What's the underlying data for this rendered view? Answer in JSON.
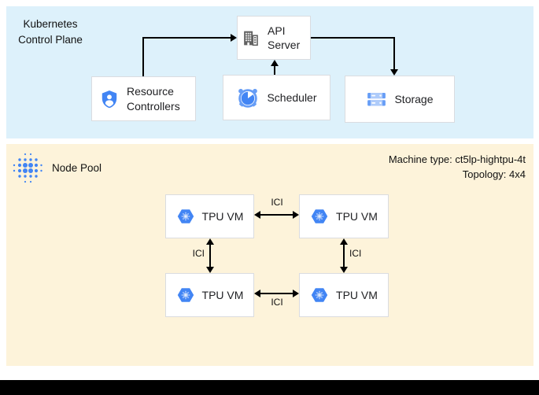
{
  "colors": {
    "control_plane_bg": "#ddf1fb",
    "node_pool_bg": "#fdf3da",
    "box_border": "#dadce0",
    "arrow": "#000000",
    "primary_blue": "#4285f4",
    "light_blue": "#aecbfa",
    "mid_blue": "#669df6",
    "icon_gray": "#616161"
  },
  "control_plane": {
    "label": "Kubernetes\nControl Plane",
    "api_server": "API Server",
    "resource_controllers": "Resource Controllers",
    "scheduler": "Scheduler",
    "storage": "Storage"
  },
  "node_pool": {
    "label": "Node Pool",
    "machine_type": "Machine type: ct5lp-hightpu-4t",
    "topology": "Topology: 4x4",
    "link_label": "ICI",
    "vms": [
      "TPU VM",
      "TPU VM",
      "TPU VM",
      "TPU VM"
    ]
  }
}
